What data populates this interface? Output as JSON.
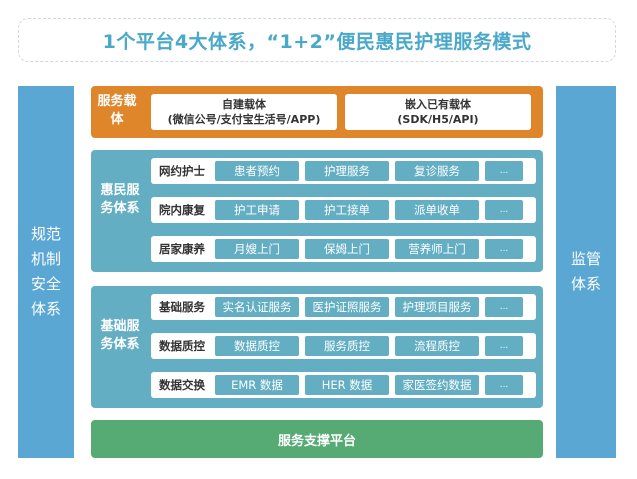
{
  "title": "1个平台4大体系，“1+2”便民惠民护理服务模式",
  "left_side": {
    "label": "规范机制安全体系"
  },
  "right_side": {
    "label": "监管体系"
  },
  "service_carrier": {
    "label": "服务载体",
    "items": [
      {
        "line1": "自建载体",
        "line2": "(微信公号/支付宝生活号/APP)"
      },
      {
        "line1": "嵌入已有载体",
        "line2": "(SDK/H5/API)"
      }
    ]
  },
  "huimin_system": {
    "label": "惠民服务体系",
    "rows": [
      {
        "label": "网约护士",
        "items": [
          "患者预约",
          "护理服务",
          "复诊服务",
          "..."
        ]
      },
      {
        "label": "院内康复",
        "items": [
          "护工申请",
          "护工接单",
          "派单收单",
          "..."
        ]
      },
      {
        "label": "居家康养",
        "items": [
          "月嫂上门",
          "保姆上门",
          "营养师上门",
          "..."
        ]
      }
    ]
  },
  "jichu_system": {
    "label": "基础服务体系",
    "rows": [
      {
        "label": "基础服务",
        "items": [
          "实名认证服务",
          "医护证照服务",
          "护理项目服务",
          "..."
        ]
      },
      {
        "label": "数据质控",
        "items": [
          "数据质控",
          "服务质控",
          "流程质控",
          "..."
        ]
      },
      {
        "label": "数据交换",
        "items": [
          "EMR 数据",
          "HER 数据",
          "家医签约数据",
          "..."
        ]
      }
    ]
  },
  "platform": {
    "label": "服务支撑平台"
  },
  "colors": {
    "title": "#4aa8c8",
    "side": "#5aa7d3",
    "carrier": "#e0862a",
    "system": "#63aec2",
    "platform": "#56aa73"
  }
}
